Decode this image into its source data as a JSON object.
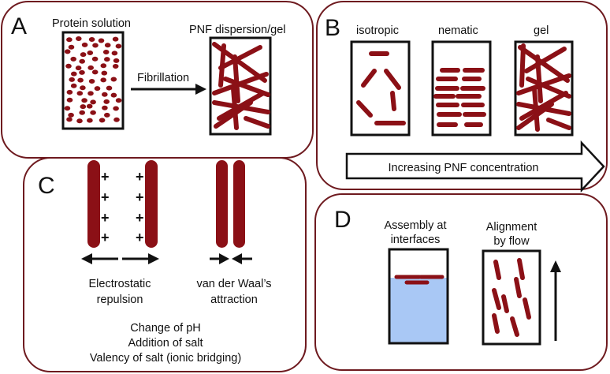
{
  "panels": {
    "a": {
      "letter": "A",
      "left_label": "Protein solution",
      "right_label": "PNF dispersion/gel",
      "arrow_label": "Fibrillation"
    },
    "b": {
      "letter": "B",
      "states": [
        "isotropic",
        "nematic",
        "gel"
      ],
      "arrow_label": "Increasing PNF concentration"
    },
    "c": {
      "letter": "C",
      "charge_symbol": "+",
      "left_caption": [
        "Electrostatic",
        "repulsion"
      ],
      "right_caption": [
        "van der Waal’s",
        "attraction"
      ],
      "factors": [
        "Change of pH",
        "Addition of salt",
        "Valency of salt (ionic bridging)"
      ]
    },
    "d": {
      "letter": "D",
      "left_caption": [
        "Assembly at",
        "interfaces"
      ],
      "right_caption": [
        "Alignment",
        "by flow"
      ]
    }
  },
  "colors": {
    "fibril": "#8b1016",
    "panel_border": "#6e1a1f",
    "liquid": "#a9c8f5",
    "ink": "#111111"
  }
}
